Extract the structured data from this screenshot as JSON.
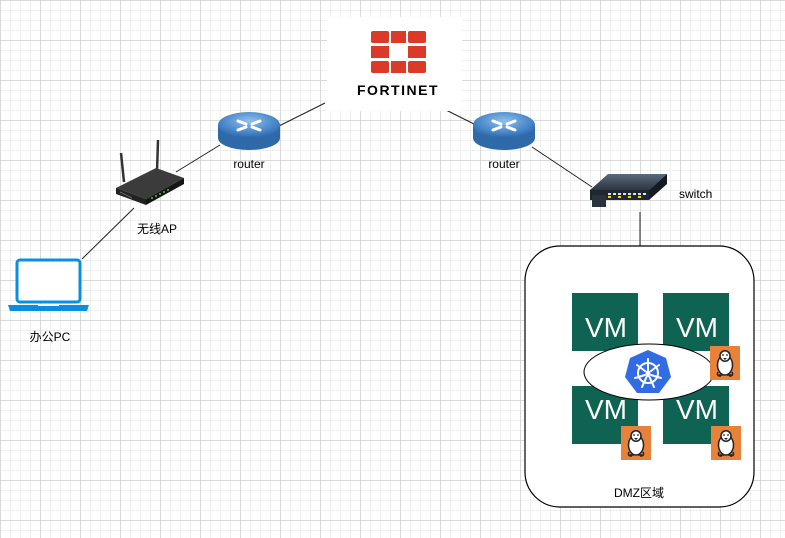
{
  "logo": {
    "brand": "FORTINET"
  },
  "nodes": {
    "router_left": "router",
    "router_right": "router",
    "switch": "switch",
    "wireless_ap": "无线AP",
    "office_pc": "办公PC",
    "dmz_zone": "DMZ区域"
  },
  "vms": {
    "vm1": "VM",
    "vm2": "VM",
    "vm3": "VM",
    "vm4": "VM"
  },
  "colors": {
    "fortinet_red": "#DA3A27",
    "router_blue": "#4A86C8",
    "vm_green": "#0E6352",
    "kubernetes_blue": "#326CE5",
    "linux_orange": "#E8823A",
    "laptop_blue": "#0A8FE0"
  },
  "icons": [
    "fortinet-logo",
    "router-icon",
    "switch-icon",
    "wireless-router-icon",
    "laptop-icon",
    "kubernetes-icon",
    "linux-penguin-icon"
  ]
}
